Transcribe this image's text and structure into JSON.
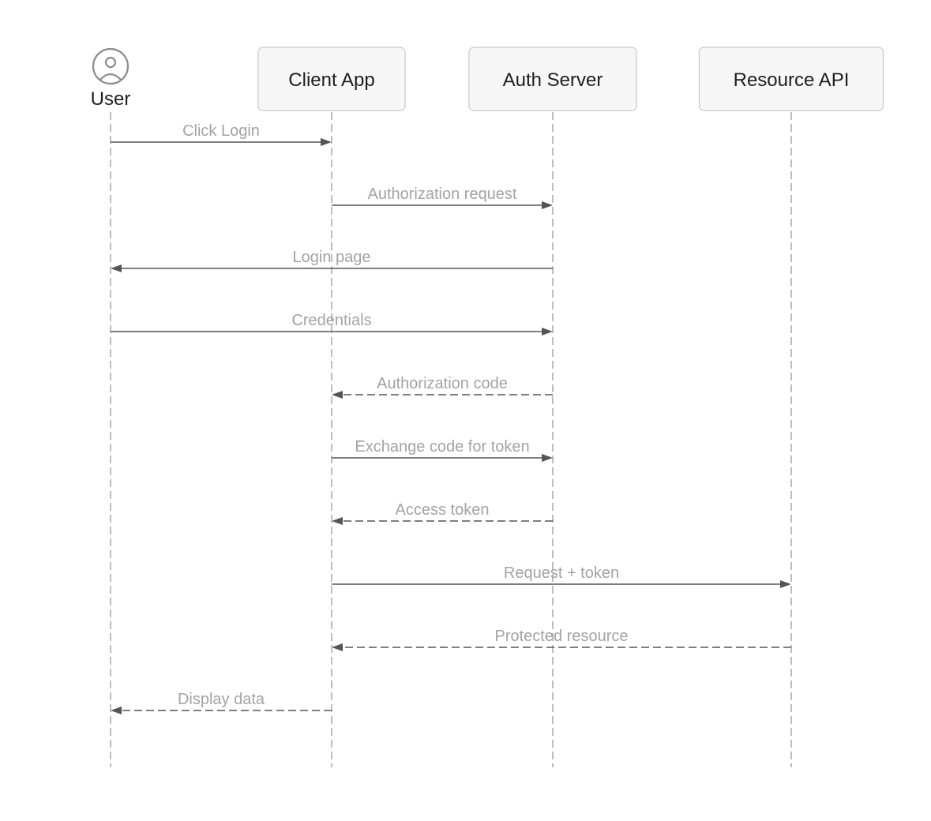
{
  "participants": [
    {
      "id": "user",
      "label": "User",
      "kind": "actor",
      "icon": "user-circle-icon"
    },
    {
      "id": "client",
      "label": "Client App",
      "kind": "box"
    },
    {
      "id": "auth",
      "label": "Auth Server",
      "kind": "box"
    },
    {
      "id": "api",
      "label": "Resource API",
      "kind": "box"
    }
  ],
  "messages": [
    {
      "from": "user",
      "to": "client",
      "label": "Click Login",
      "style": "solid"
    },
    {
      "from": "client",
      "to": "auth",
      "label": "Authorization request",
      "style": "solid"
    },
    {
      "from": "auth",
      "to": "user",
      "label": "Login page",
      "style": "solid"
    },
    {
      "from": "user",
      "to": "auth",
      "label": "Credentials",
      "style": "solid"
    },
    {
      "from": "auth",
      "to": "client",
      "label": "Authorization code",
      "style": "dashed"
    },
    {
      "from": "client",
      "to": "auth",
      "label": "Exchange code for token",
      "style": "solid"
    },
    {
      "from": "auth",
      "to": "client",
      "label": "Access token",
      "style": "dashed"
    },
    {
      "from": "client",
      "to": "api",
      "label": "Request + token",
      "style": "solid"
    },
    {
      "from": "api",
      "to": "client",
      "label": "Protected resource",
      "style": "dashed"
    },
    {
      "from": "client",
      "to": "user",
      "label": "Display data",
      "style": "dashed"
    }
  ]
}
